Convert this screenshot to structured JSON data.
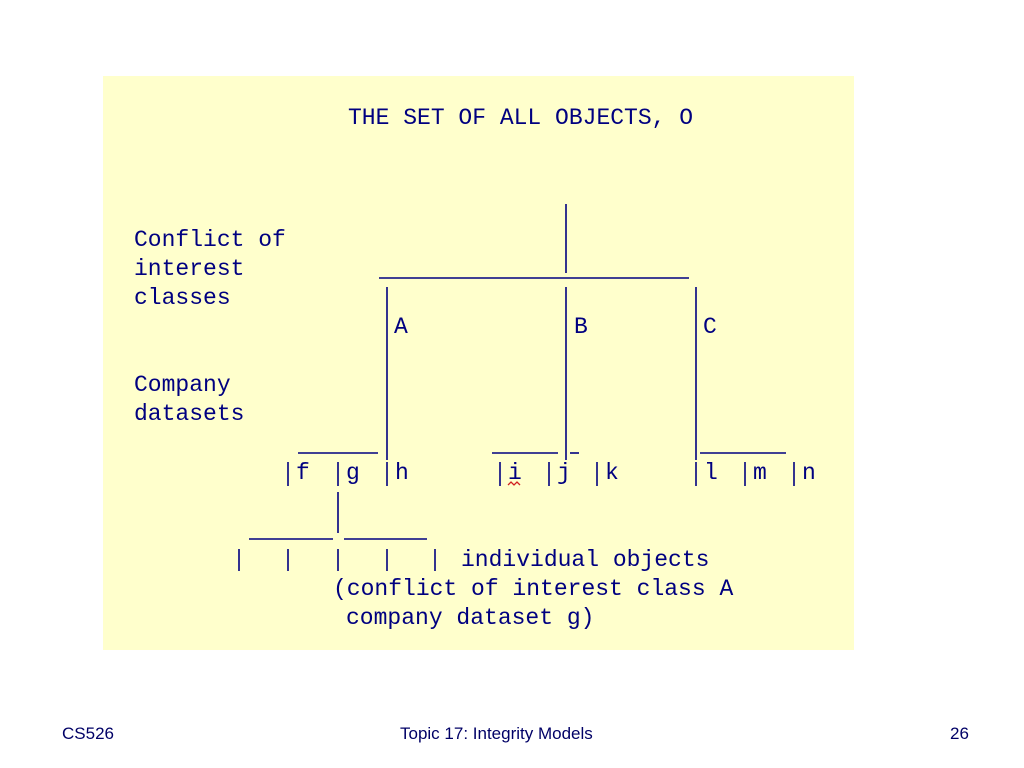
{
  "diagram": {
    "title": "THE SET OF ALL OBJECTS, O",
    "row_labels": {
      "coi_line1": "Conflict of",
      "coi_line2": "interest",
      "coi_line3": "classes",
      "company_line1": "Company",
      "company_line2": "datasets"
    },
    "classes": [
      "A",
      "B",
      "C"
    ],
    "datasets": {
      "class_a": [
        "f",
        "g",
        "h"
      ],
      "class_b": [
        "i",
        "j",
        "k"
      ],
      "class_c": [
        "l",
        "m",
        "n"
      ]
    },
    "objects_note": {
      "line1": "individual objects",
      "line2": "(conflict of interest class A",
      "line3": "company dataset g)"
    },
    "colors": {
      "background": "#ffffcc",
      "text": "#000080",
      "spell_mark": "#d02020"
    }
  },
  "footer": {
    "course": "CS526",
    "topic": "Topic 17: Integrity Models",
    "page_number": "26"
  }
}
